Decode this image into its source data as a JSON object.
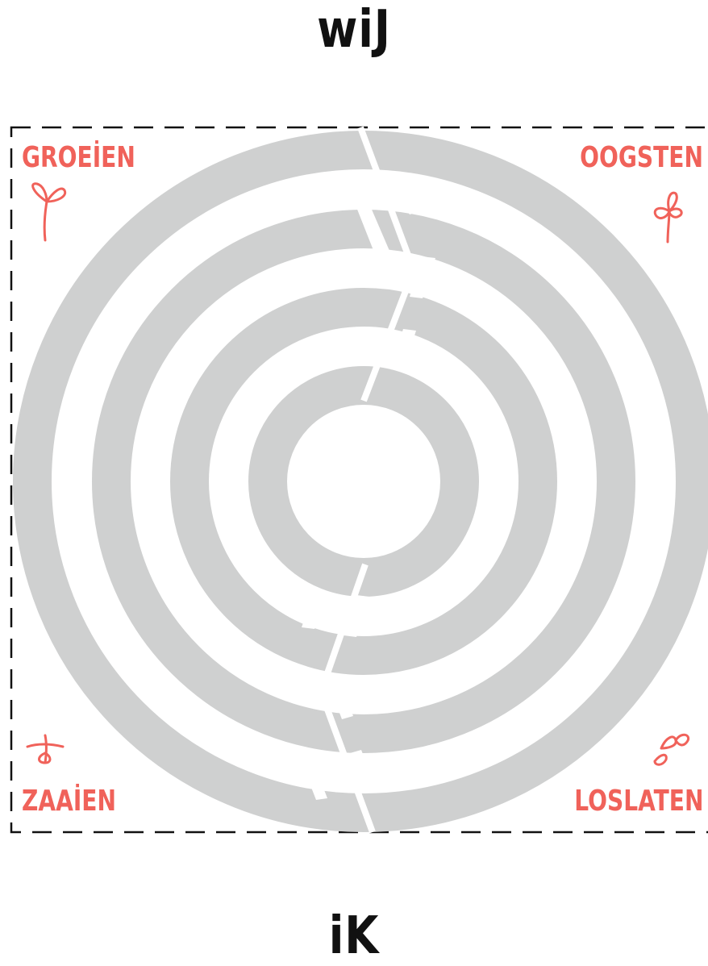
{
  "titles": {
    "top": "wiJ",
    "bottom": "iK"
  },
  "quadrants": {
    "top_left": "GROEİEN",
    "top_right": "OOGSTEN",
    "bottom_left": "ZAAİEN",
    "bottom_right": "LOSLATEN"
  },
  "colors": {
    "accent": "#f0625a",
    "maze": "#cfd0d0",
    "frame": "#111111",
    "background": "#ffffff"
  },
  "icons": {
    "top_left": "sprout-doodle-icon",
    "top_right": "flower-doodle-icon",
    "bottom_left": "seed-doodle-icon",
    "bottom_right": "falling-petals-doodle-icon"
  }
}
